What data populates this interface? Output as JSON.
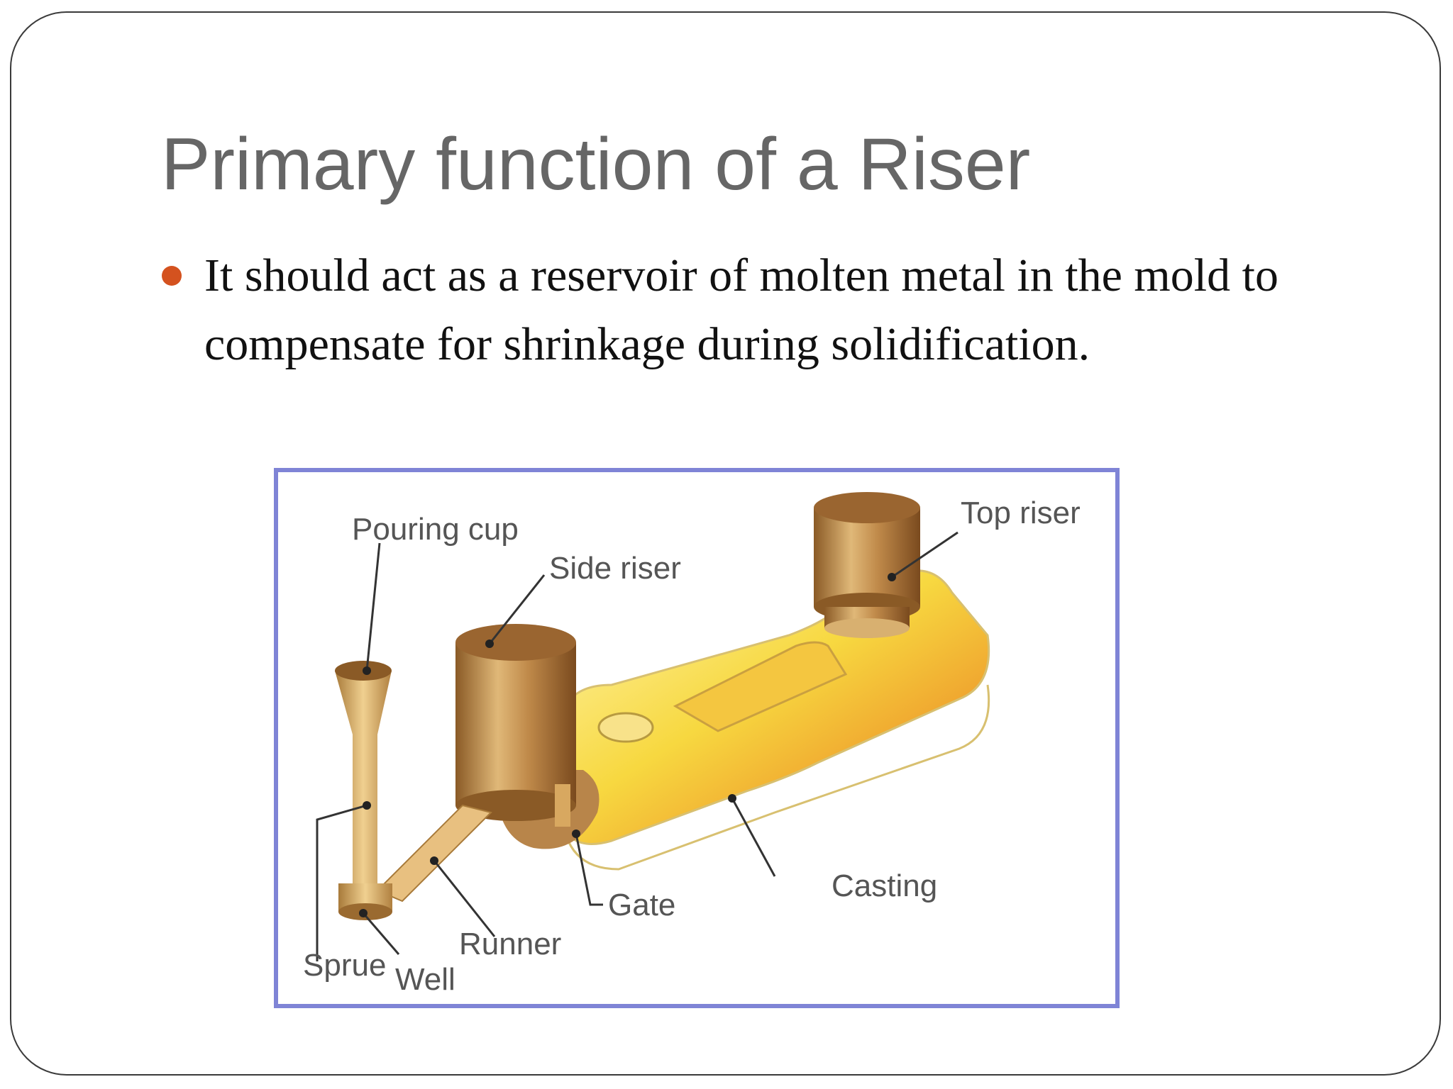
{
  "slide": {
    "title": "Primary function of a Riser",
    "bullets": [
      "It should act as a reservoir of molten metal in the mold to compensate for shrinkage during solidification."
    ],
    "bullet_color": "#d4521f"
  },
  "figure": {
    "labels": {
      "pouring_cup": "Pouring cup",
      "side_riser": "Side riser",
      "top_riser": "Top riser",
      "sprue": "Sprue",
      "well": "Well",
      "runner": "Runner",
      "gate": "Gate",
      "casting": "Casting"
    },
    "border_color": "#7f84d6",
    "riser_color": "#b8874a",
    "casting_color": "#f2d23a"
  }
}
